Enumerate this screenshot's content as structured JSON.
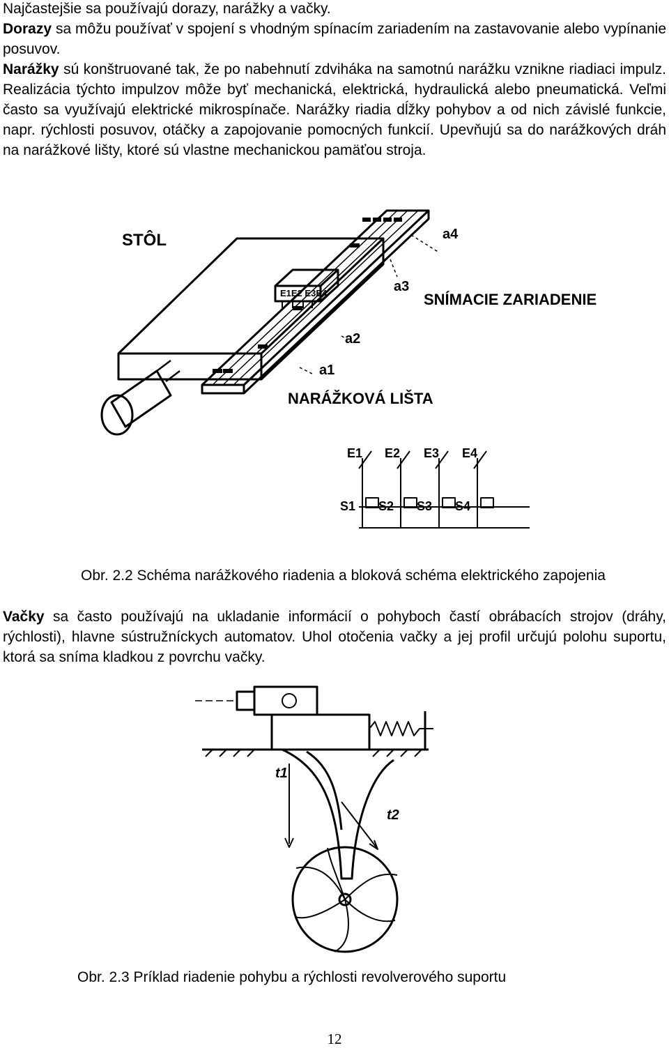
{
  "text": {
    "p1": "Najčastejšie sa používajú dorazy, narážky a vačky.",
    "p2_term": "Dorazy",
    "p2_rest": " sa môžu používať v spojení s vhodným spínacím zariadením na zastavovanie alebo vypínanie posuvov.",
    "p3_term": "Narážky",
    "p3_rest": " sú konštruované tak, že po nabehnutí zdviháka na samotnú narážku vznikne riadiaci impulz. Realizácia týchto impulzov môže byť mechanická, elektrická, hydraulická alebo pneumatická. Veľmi často sa využívajú elektrické mikrospínače. Narážky riadia dĺžky pohybov a od nich závislé funkcie, napr. rýchlosti posuvov, otáčky a zapojovanie pomocných funkcií. Upevňujú sa do narážkových dráh na narážkové lišty, ktoré sú vlastne mechanickou pamäťou stroja.",
    "p4_term": "Vačky",
    "p4_rest": " sa často používajú na ukladanie informácií o pohyboch častí obrábacích strojov (dráhy, rýchlosti), hlavne sústružníckych automatov. Uhol otočenia vačky a jej profil určujú polohu suportu, ktorá sa sníma kladkou z povrchu vačky."
  },
  "figure1": {
    "label_table": "STÔL",
    "label_sensor": "SNÍMACIE ZARIADENIE",
    "label_rail": "NARÁŽKOVÁ LIŠTA",
    "a1": "a1",
    "a2": "a2",
    "a3": "a3",
    "a4": "a4",
    "e_box": "E1E2 E3E4",
    "e1": "E1",
    "e2": "E2",
    "e3": "E3",
    "e4": "E4",
    "s1": "S1",
    "s2": "S2",
    "s3": "S3",
    "s4": "S4",
    "caption": "Obr. 2.2 Schéma narážkového riadenia a bloková schéma elektrického zapojenia"
  },
  "figure2": {
    "t1": "t1",
    "t2": "t2",
    "caption": "Obr. 2.3 Príklad riadenie pohybu a rýchlosti revolverového suportu"
  },
  "page_number": "12"
}
